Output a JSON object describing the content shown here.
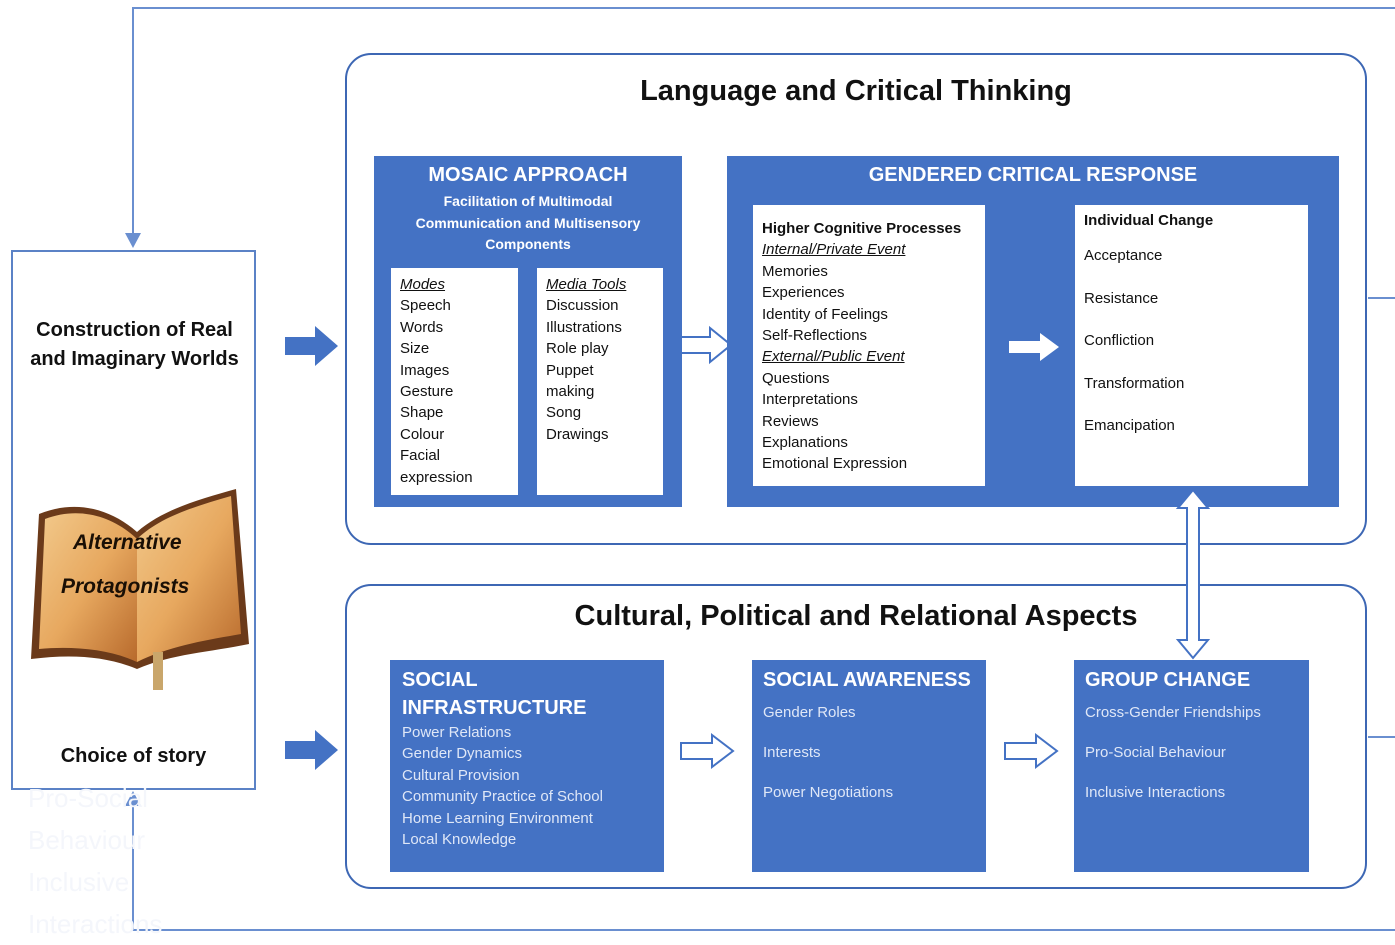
{
  "left_panel": {
    "title": "Construction of Real and Imaginary Worlds",
    "book_text_line1": "Alternative",
    "book_text_line2": "Protagonists",
    "bottom_label": "Choice of story"
  },
  "language_panel": {
    "title": "Language and Critical Thinking",
    "mosaic": {
      "title": "MOSAIC APPROACH",
      "subtitle": "Facilitation of Multimodal Communication and Multisensory Components",
      "modes_header": "Modes",
      "modes": [
        "Speech",
        "Words",
        "Size",
        "Images",
        "Gesture",
        "Shape",
        "Colour",
        "Facial expression"
      ],
      "media_header": "Media Tools",
      "media": [
        "Discussion",
        "Illustrations",
        "Role play",
        "Puppet making",
        "Song",
        "Drawings"
      ]
    },
    "gendered": {
      "title": "GENDERED CRITICAL RESPONSE",
      "hcp_header": "Higher Cognitive Processes",
      "internal_header": "Internal/Private Event",
      "internal": [
        "Memories",
        "Experiences",
        "Identity of Feelings",
        "Self-Reflections"
      ],
      "external_header": "External/Public Event",
      "external": [
        "Questions",
        "Interpretations",
        "Reviews",
        "Explanations",
        "Emotional Expression"
      ],
      "change_header": "Individual Change",
      "change": [
        "Acceptance",
        "Resistance",
        "Confliction",
        "Transformation",
        "Emancipation"
      ]
    }
  },
  "cultural_panel": {
    "title": "Cultural, Political and Relational Aspects",
    "social_infrastructure": {
      "title": "SOCIAL INFRASTRUCTURE",
      "items": [
        "Power Relations",
        "Gender Dynamics",
        "Cultural Provision",
        "Community Practice of School",
        "Home Learning Environment",
        "Local Knowledge"
      ]
    },
    "social_awareness": {
      "title": "SOCIAL AWARENESS",
      "items": [
        "Gender Roles",
        "Interests",
        "Power Negotiations"
      ]
    },
    "group_change": {
      "title": "GROUP CHANGE",
      "items": [
        "Cross-Gender Friendships",
        "Pro-Social Behaviour",
        "Inclusive Interactions"
      ]
    }
  },
  "ghost_text": [
    "Pro-Social",
    "Behaviour",
    "Inclusive",
    "Interactions"
  ],
  "colors": {
    "box_blue": "#4472c4",
    "line_blue": "#3d67b4"
  }
}
